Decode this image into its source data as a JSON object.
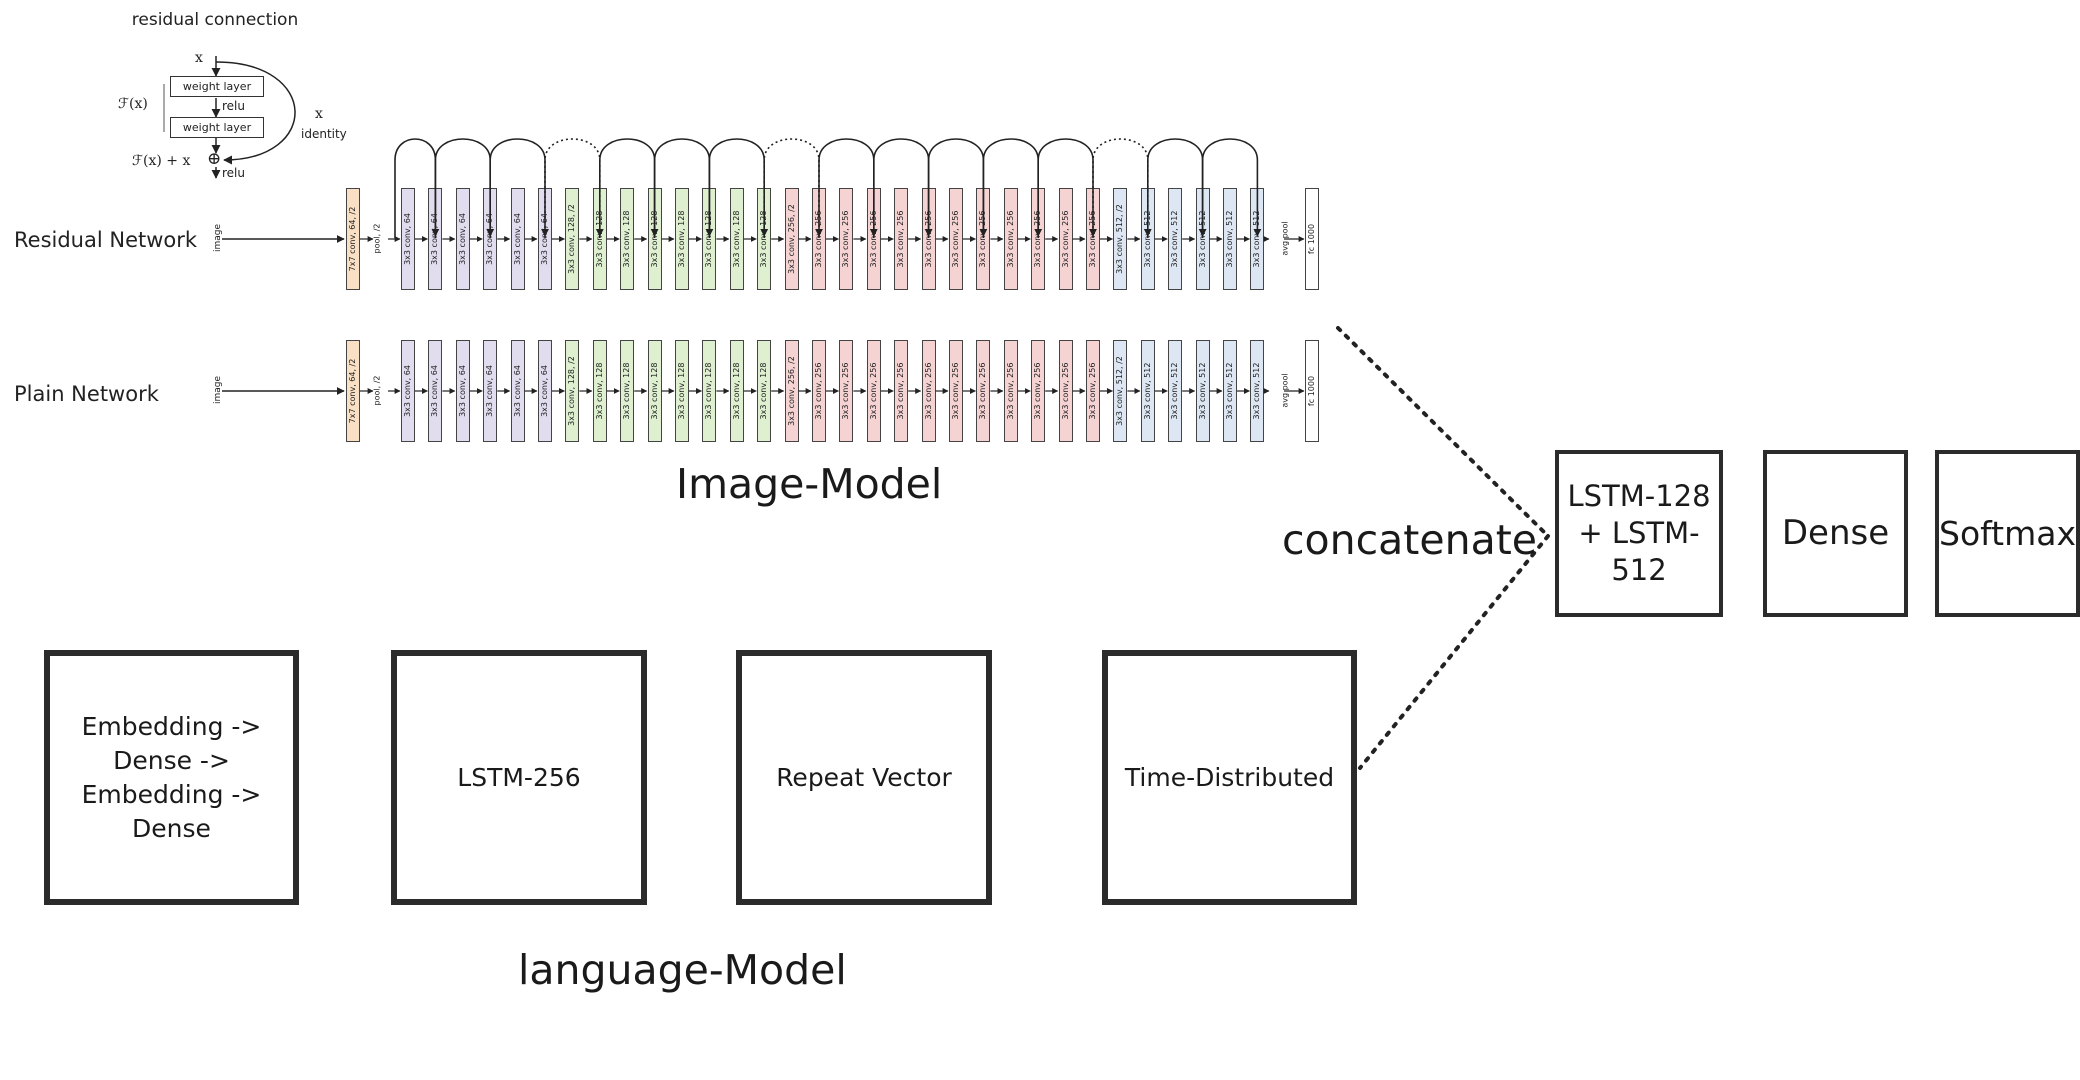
{
  "residual_block": {
    "title": "residual connection",
    "input_label": "x",
    "layer1": "weight layer",
    "layer2": "weight layer",
    "relu1": "relu",
    "relu2": "relu",
    "fx": "ℱ(x)",
    "fx_plus_x": "ℱ(x) + x",
    "identity_x": "x",
    "identity": "identity",
    "plus": "⊕"
  },
  "residual_network": {
    "label": "Residual Network",
    "input": "image",
    "first": "7x7 conv, 64, /2",
    "pool": "pool, /2",
    "layers": [
      {
        "t": "3x3 conv, 64",
        "c": "purple"
      },
      {
        "t": "3x3 conv, 64",
        "c": "purple"
      },
      {
        "t": "3x3 conv, 64",
        "c": "purple"
      },
      {
        "t": "3x3 conv, 64",
        "c": "purple"
      },
      {
        "t": "3x3 conv, 64",
        "c": "purple"
      },
      {
        "t": "3x3 conv, 64",
        "c": "purple"
      },
      {
        "t": "3x3 conv, 128, /2",
        "c": "green"
      },
      {
        "t": "3x3 conv, 128",
        "c": "green"
      },
      {
        "t": "3x3 conv, 128",
        "c": "green"
      },
      {
        "t": "3x3 conv, 128",
        "c": "green"
      },
      {
        "t": "3x3 conv, 128",
        "c": "green"
      },
      {
        "t": "3x3 conv, 128",
        "c": "green"
      },
      {
        "t": "3x3 conv, 128",
        "c": "green"
      },
      {
        "t": "3x3 conv, 128",
        "c": "green"
      },
      {
        "t": "3x3 conv, 256, /2",
        "c": "red"
      },
      {
        "t": "3x3 conv, 256",
        "c": "red"
      },
      {
        "t": "3x3 conv, 256",
        "c": "red"
      },
      {
        "t": "3x3 conv, 256",
        "c": "red"
      },
      {
        "t": "3x3 conv, 256",
        "c": "red"
      },
      {
        "t": "3x3 conv, 256",
        "c": "red"
      },
      {
        "t": "3x3 conv, 256",
        "c": "red"
      },
      {
        "t": "3x3 conv, 256",
        "c": "red"
      },
      {
        "t": "3x3 conv, 256",
        "c": "red"
      },
      {
        "t": "3x3 conv, 256",
        "c": "red"
      },
      {
        "t": "3x3 conv, 256",
        "c": "red"
      },
      {
        "t": "3x3 conv, 256",
        "c": "red"
      },
      {
        "t": "3x3 conv, 512, /2",
        "c": "blue"
      },
      {
        "t": "3x3 conv, 512",
        "c": "blue"
      },
      {
        "t": "3x3 conv, 512",
        "c": "blue"
      },
      {
        "t": "3x3 conv, 512",
        "c": "blue"
      },
      {
        "t": "3x3 conv, 512",
        "c": "blue"
      },
      {
        "t": "3x3 conv, 512",
        "c": "blue"
      }
    ],
    "avg_pool": "avg pool",
    "fc": "fc 1000"
  },
  "plain_network": {
    "label": "Plain Network",
    "input": "image",
    "first": "7x7 conv, 64, /2",
    "pool": "pool, /2",
    "avg_pool": "avg pool",
    "fc": "fc 1000"
  },
  "image_model_title": "Image-Model",
  "language_model_title": "language-Model",
  "concatenate_label": "concatenate",
  "language_boxes": {
    "embedding": "Embedding -> Dense -> Embedding -> Dense",
    "lstm256": "LSTM-256",
    "repeat_vector": "Repeat Vector",
    "time_distributed": "Time-Distributed"
  },
  "decoder_boxes": {
    "lstm": "LSTM-128 + LSTM-512",
    "dense": "Dense",
    "softmax": "Softmax"
  },
  "colors": {
    "orange": "#f9dfc3",
    "purple": "#e2dcef",
    "green": "#def0cf",
    "red": "#f6d3d3",
    "blue": "#dde7f3",
    "box_border": "#2b2b2b"
  }
}
